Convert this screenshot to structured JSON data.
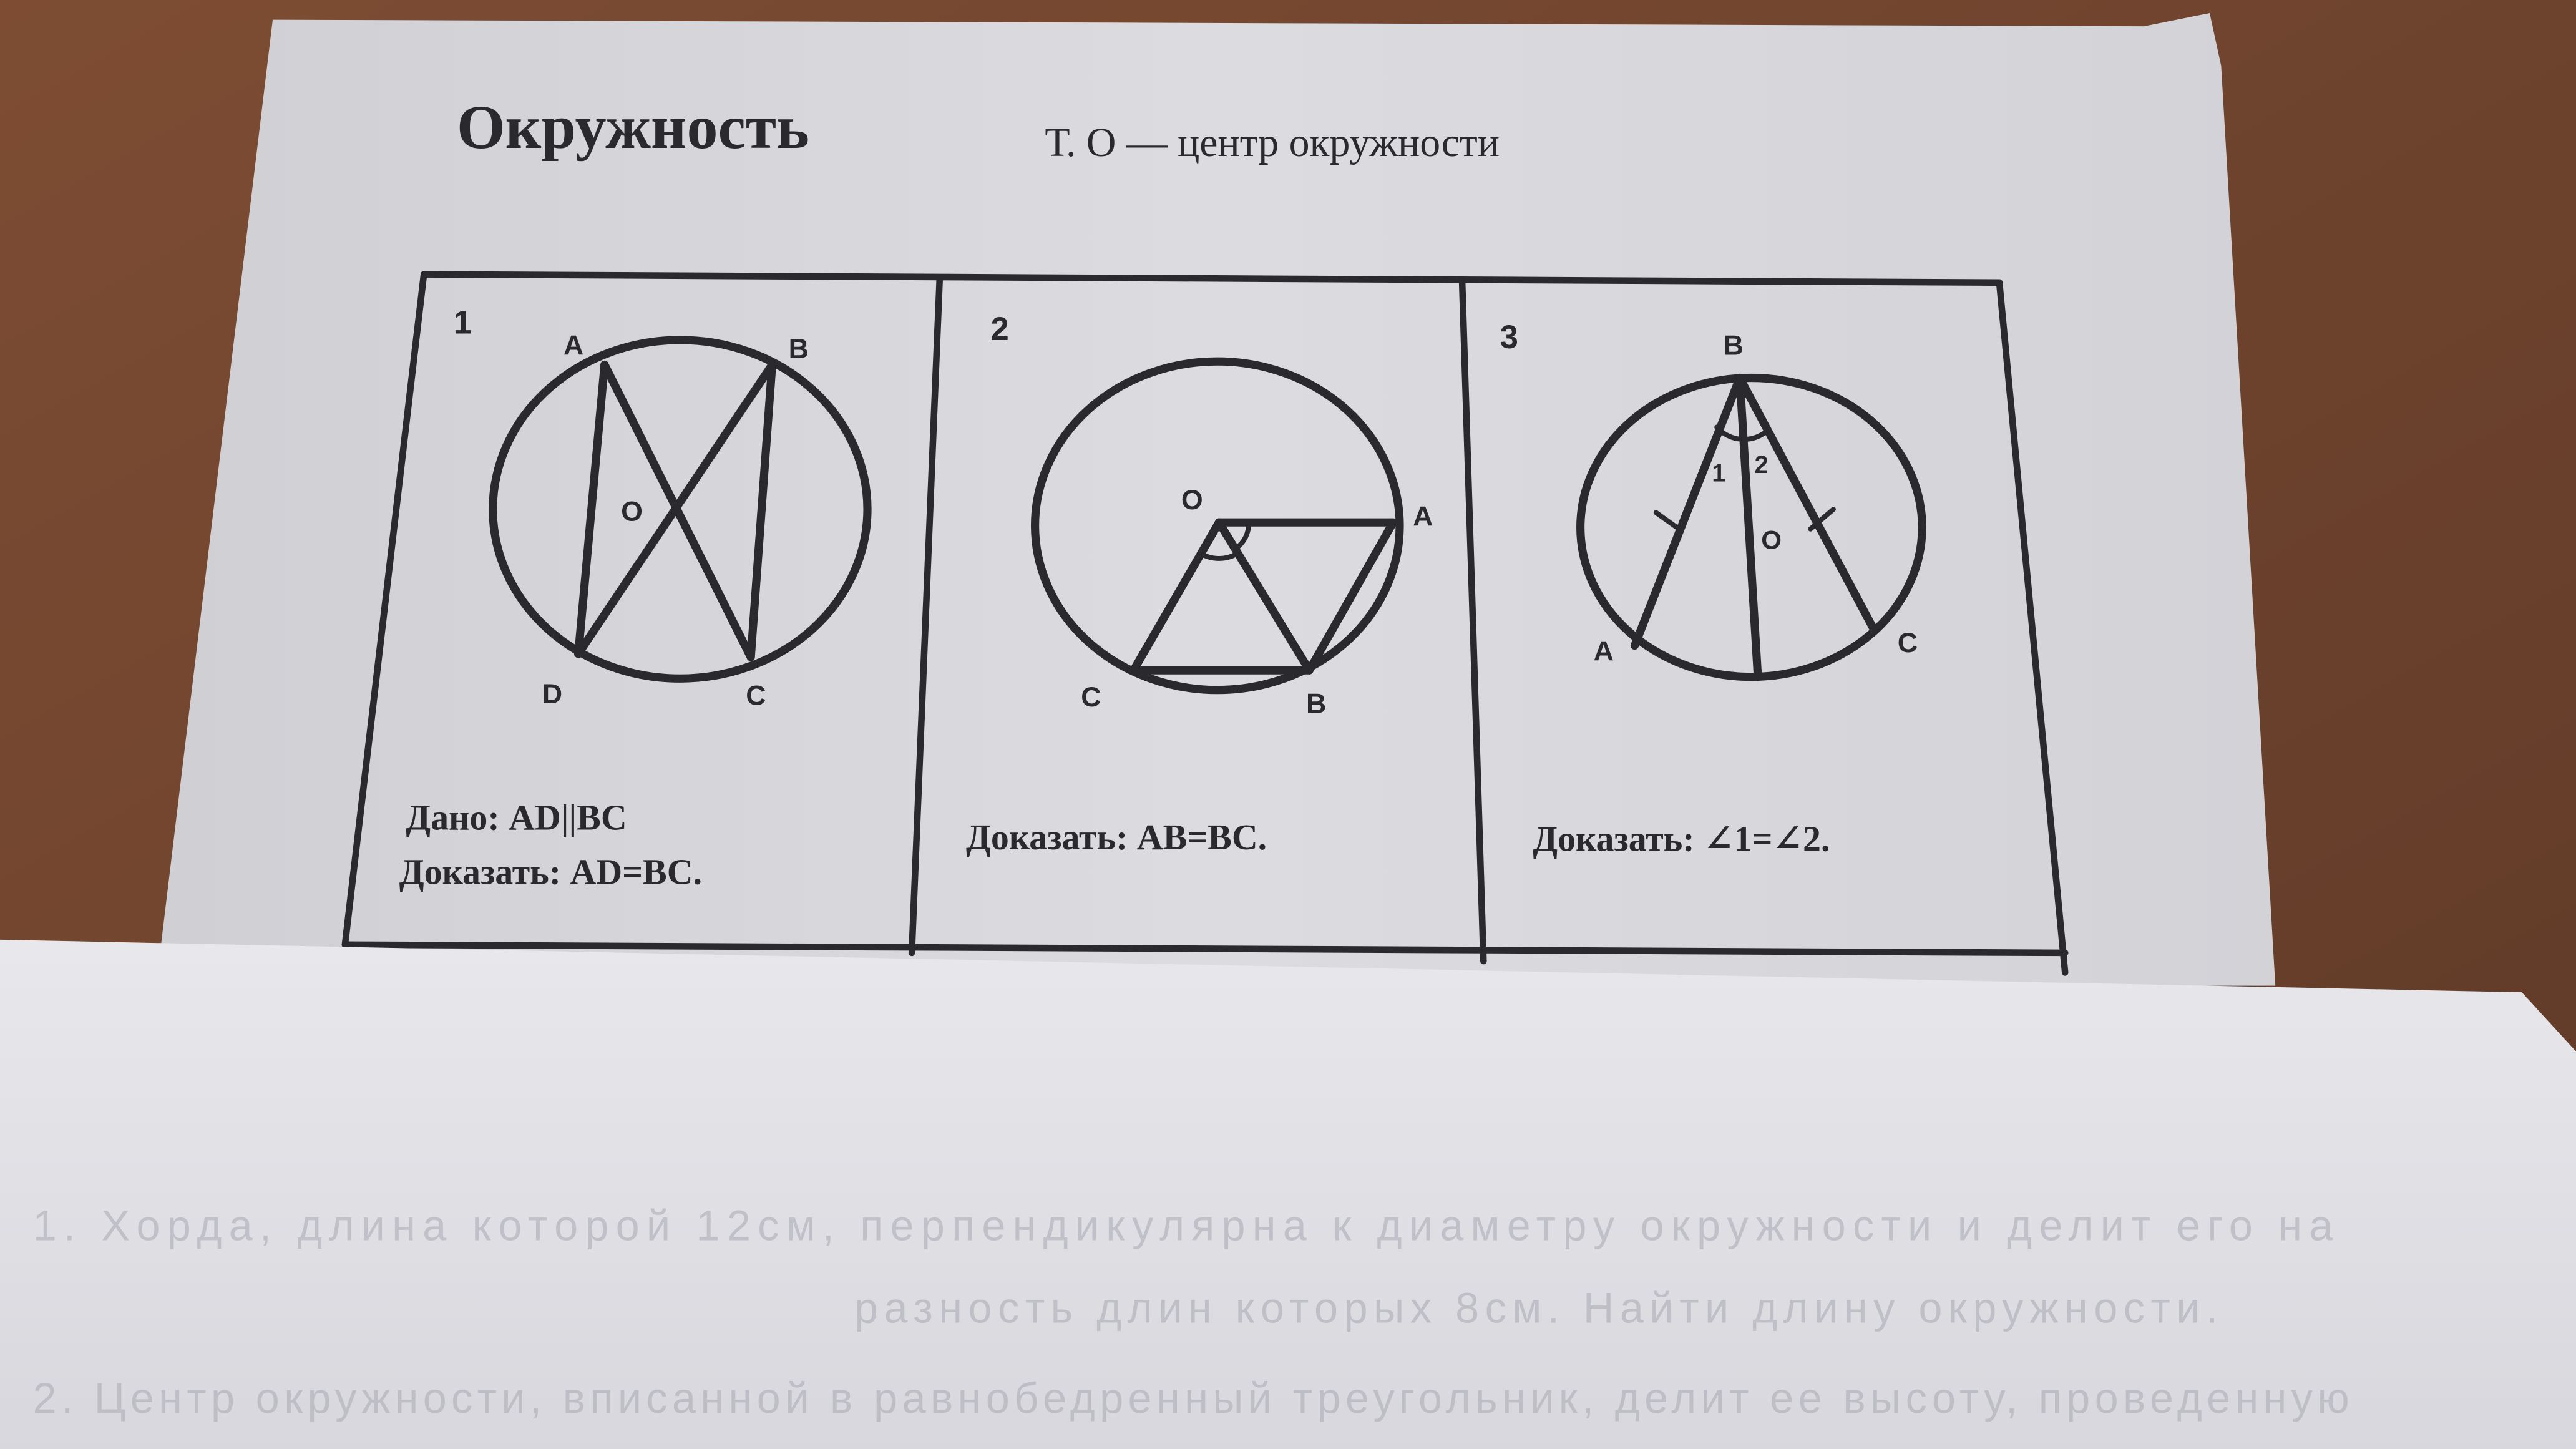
{
  "colors": {
    "desk": "#6e4430",
    "paper": "#d8d8dc",
    "bottom_sheet": "#e2e2e7",
    "ink": "#2a2a2e"
  },
  "header": {
    "title": "Окружность",
    "subtitle": "Т. О — центр окружности"
  },
  "problems": [
    {
      "number": "1",
      "points": {
        "A": "A",
        "B": "B",
        "C": "C",
        "D": "D",
        "O": "O"
      },
      "given": "Дано:  AD||BC",
      "prove": "Доказать:  AD=BC."
    },
    {
      "number": "2",
      "points": {
        "O": "O",
        "A": "A",
        "B": "B",
        "C": "C"
      },
      "prove": "Доказать:  AB=BC."
    },
    {
      "number": "3",
      "points": {
        "B": "B",
        "A": "A",
        "C": "C",
        "O": "O",
        "angle1": "1",
        "angle2": "2"
      },
      "prove": "Доказать:  ∠1=∠2."
    }
  ],
  "bleed_through": {
    "lines": [
      "1.  Хорда, длина которой 12см, перпендикулярна к диаметру окружности и делит его на",
      "разность длин которых 8см. Найти длину окружности.",
      "2.  Центр окружности, вписанной в равнобедренный треугольник, делит ее высоту, проведенную"
    ]
  }
}
